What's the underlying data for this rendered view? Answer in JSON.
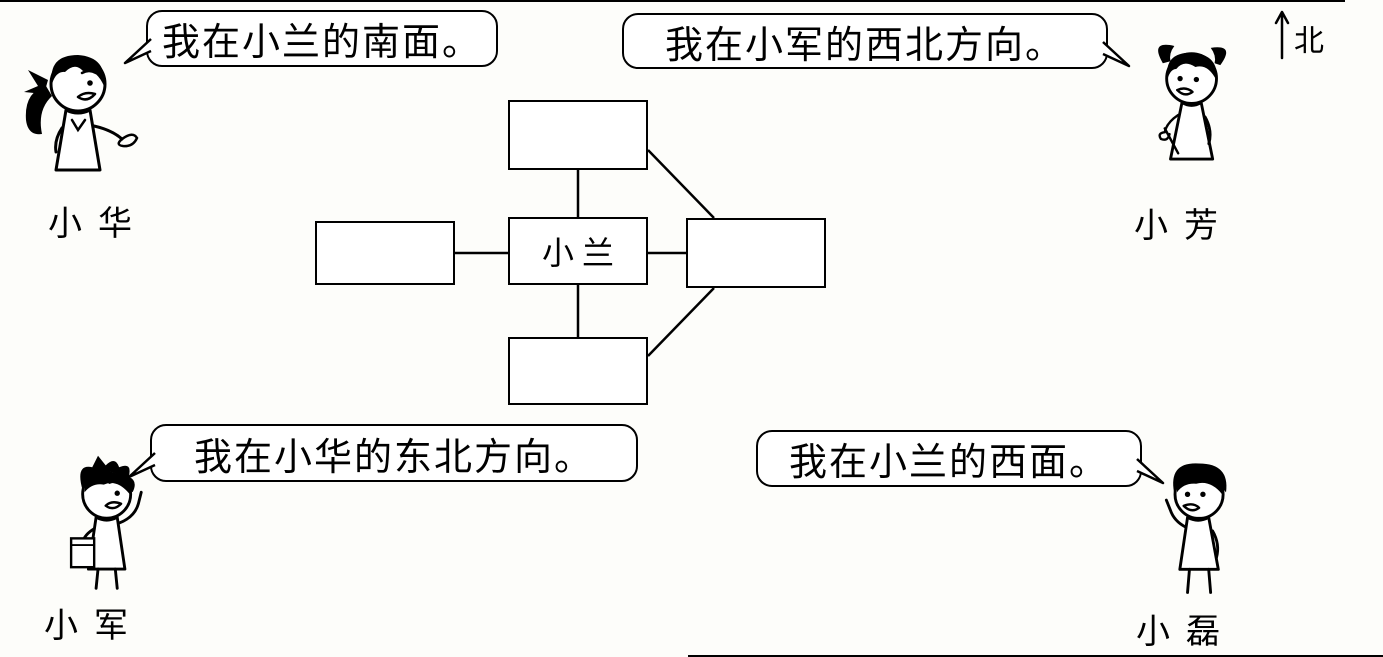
{
  "page": {
    "background": "#fdfdfa",
    "ink_color": "#000000"
  },
  "compass": {
    "label": "北",
    "icon": "↑"
  },
  "characters": {
    "xiaohua": {
      "name": "小华",
      "figure": "girl",
      "bubble": "我在小兰的南面。"
    },
    "xiaofang": {
      "name": "小芳",
      "figure": "girl",
      "bubble": "我在小军的西北方向。"
    },
    "xiaojun": {
      "name": "小军",
      "figure": "boy",
      "bubble": "我在小华的东北方向。"
    },
    "xiaolei": {
      "name": "小磊",
      "figure": "boy",
      "bubble": "我在小兰的西面。"
    }
  },
  "diagram": {
    "boxes": {
      "north": "",
      "west": "",
      "center": "小兰",
      "east": "",
      "south": ""
    }
  }
}
